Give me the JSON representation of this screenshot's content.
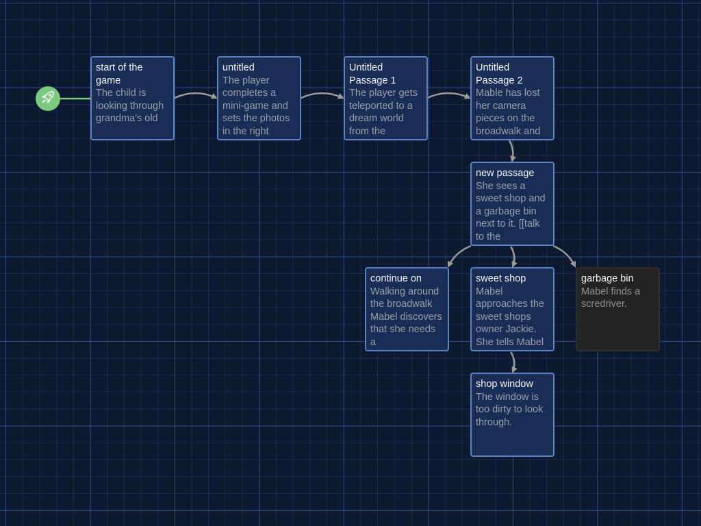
{
  "colors": {
    "background": "#0d1930",
    "grid_major": "#40649f",
    "passage_fill": "#1a2e55",
    "passage_border": "#5b82c4",
    "plain_passage_fill": "#242424",
    "start_marker": "#7cc982",
    "link_arrow": "#9a9a9a"
  },
  "start_marker": {
    "icon": "rocket-icon"
  },
  "passages": [
    {
      "title": "start of the game",
      "excerpt": "The child is looking through grandma's old"
    },
    {
      "title": "untitled",
      "excerpt": "The player completes a mini-game and sets the photos in the right"
    },
    {
      "title": "Untitled Passage 1",
      "excerpt": "The player gets teleported to a dream world from the"
    },
    {
      "title": "Untitled Passage 2",
      "excerpt": "Mable has lost her camera pieces on the broadwalk and"
    },
    {
      "title": "new passage",
      "excerpt": "She sees a sweet shop and a garbage bin next to it. [[talk to the"
    },
    {
      "title": "continue on",
      "excerpt": "Walking around the broadwalk Mabel discovers that she needs a"
    },
    {
      "title": "sweet shop",
      "excerpt": "Mabel approaches the sweet shops owner Jackie. She tells Mabel"
    },
    {
      "title": "garbage bin",
      "excerpt": "Mabel finds a scredriver."
    },
    {
      "title": "shop window",
      "excerpt": "The window is too dirty to look through."
    }
  ]
}
